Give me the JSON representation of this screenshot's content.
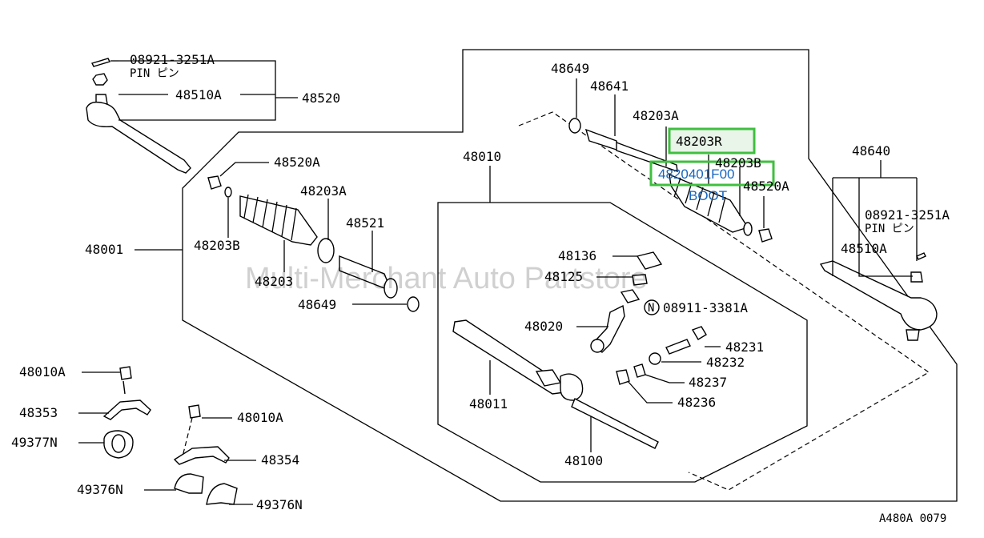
{
  "diagram": {
    "labels": {
      "p08921_top": "08921-3251A",
      "pin_top": "PIN ピン",
      "p48510a_top": "48510A",
      "p48520": "48520",
      "p48649_top": "48649",
      "p48641": "48641",
      "p48203a_top": "48203A",
      "p48203r": "48203R",
      "p48203b_top": "48203B",
      "p482040": "4820401F00",
      "boot": "BOOT",
      "p48520a_right": "48520A",
      "p48640": "48640",
      "p08921_right": "08921-3251A",
      "pin_right": "PIN ピン",
      "p48510a_right": "48510A",
      "p48520a_left": "48520A",
      "p48203a_mid": "48203A",
      "p48521": "48521",
      "p48001": "48001",
      "p48203b_left": "48203B",
      "p48203": "48203",
      "p48649_left": "48649",
      "p48010": "48010",
      "p48136": "48136",
      "p48125": "48125",
      "n_mark": "N",
      "p08911": "08911-3381A",
      "p48020": "48020",
      "p48231": "48231",
      "p48232": "48232",
      "p48237": "48237",
      "p48236": "48236",
      "p48011": "48011",
      "p48100": "48100",
      "p48010a_1": "48010A",
      "p48353": "48353",
      "p48010a_2": "48010A",
      "p49377n": "49377N",
      "p48354": "48354",
      "p49376n_1": "49376N",
      "p49376n_2": "49376N",
      "code": "A480A 0079"
    },
    "watermark": "Multi-Merchant Auto Partstore",
    "highlight_color": "#3fbf3f",
    "link_color": "#1565c0"
  }
}
